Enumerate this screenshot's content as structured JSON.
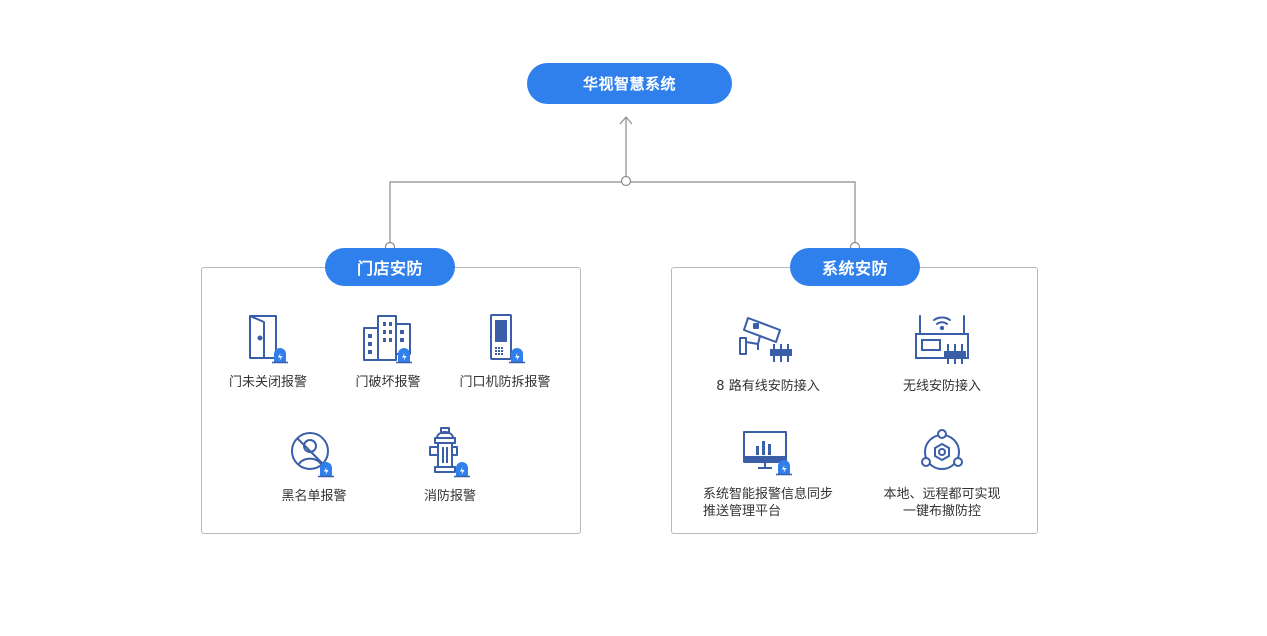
{
  "root": {
    "label": "华视智慧系统"
  },
  "branches": [
    {
      "label": "门店安防",
      "items": [
        {
          "label": "门未关闭报警",
          "icon": "door-alarm-icon"
        },
        {
          "label": "门破坏报警",
          "icon": "building-alarm-icon"
        },
        {
          "label": "门口机防拆报警",
          "icon": "door-station-alarm-icon"
        },
        {
          "label": "黑名单报警",
          "icon": "blacklist-alarm-icon"
        },
        {
          "label": "消防报警",
          "icon": "fire-hydrant-alarm-icon"
        }
      ]
    },
    {
      "label": "系统安防",
      "items": [
        {
          "label": "8 路有线安防接入",
          "icon": "camera-wired-icon"
        },
        {
          "label": "无线安防接入",
          "icon": "wireless-router-icon"
        },
        {
          "label_lines": [
            "系统智能报警信息同步",
            "推送管理平台"
          ],
          "icon": "monitor-alarm-icon"
        },
        {
          "label_lines": [
            "本地、远程都可实现",
            "一键布撤防控"
          ],
          "icon": "network-control-icon"
        }
      ]
    }
  ],
  "colors": {
    "accent": "#2f80ed",
    "icon": "#3a5fa8",
    "line": "#8a8a8a",
    "border": "#b9b9b9"
  }
}
